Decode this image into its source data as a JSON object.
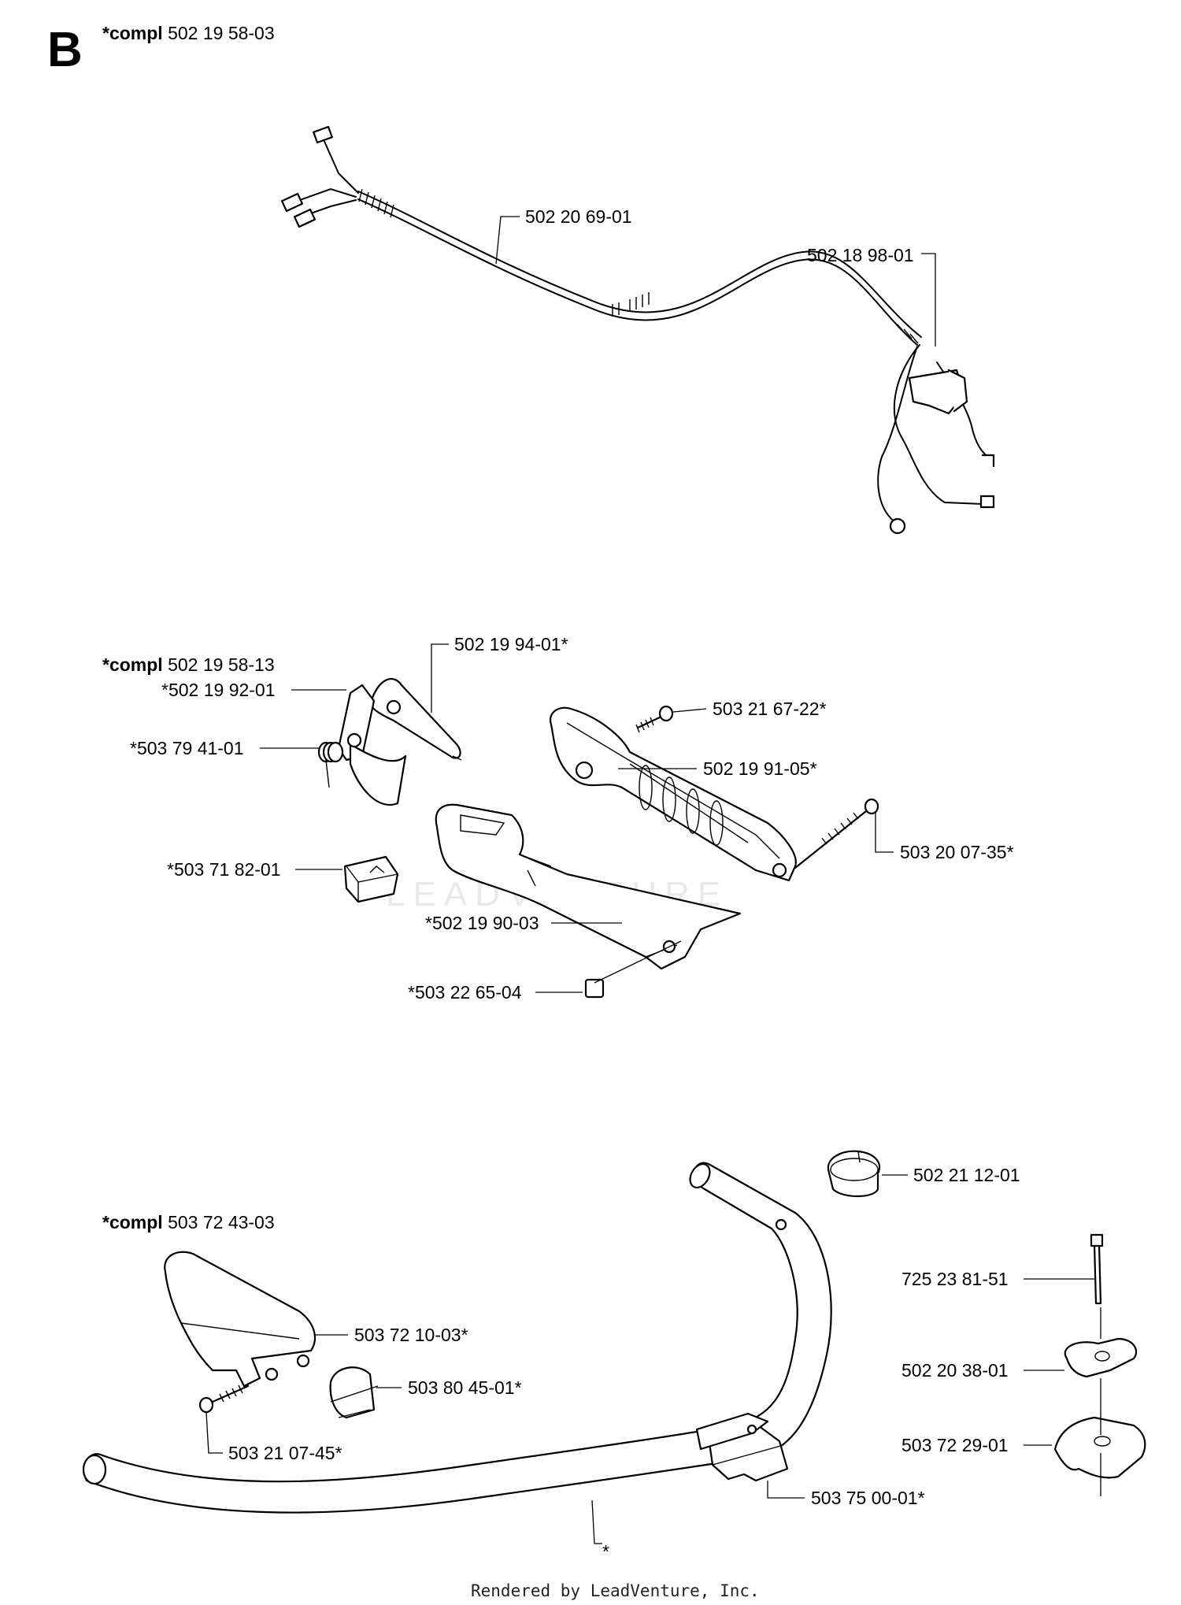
{
  "section_letter": "B",
  "assemblies": [
    {
      "prefix": "*compl",
      "number": "502 19 58-03"
    },
    {
      "prefix": "*compl",
      "number": "502 19 58-13"
    },
    {
      "prefix": "*compl",
      "number": "503 72 43-03"
    }
  ],
  "parts": [
    {
      "label": "502 20 69-01",
      "icon": "cable-harness-icon"
    },
    {
      "label": "502 18 98-01",
      "icon": "switch-wire-icon"
    },
    {
      "label": "502 19 94-01*",
      "icon": "throttle-lever-icon"
    },
    {
      "label": "*502 19 92-01",
      "icon": "throttle-lockout-icon"
    },
    {
      "label": "*503 79 41-01",
      "icon": "spring-icon"
    },
    {
      "label": "503 21 67-22*",
      "icon": "screw-icon"
    },
    {
      "label": "502 19 91-05*",
      "icon": "handle-half-icon"
    },
    {
      "label": "503 20 07-35*",
      "icon": "screw-icon"
    },
    {
      "label": "*503 71 82-01",
      "icon": "stop-switch-icon"
    },
    {
      "label": "*502 19 90-03",
      "icon": "handle-half-icon"
    },
    {
      "label": "*503 22 65-04",
      "icon": "nut-icon"
    },
    {
      "label": "502 21 12-01",
      "icon": "bushing-icon"
    },
    {
      "label": "725 23 81-51",
      "icon": "bolt-icon"
    },
    {
      "label": "503 72 10-03*",
      "icon": "handle-grip-icon"
    },
    {
      "label": "502 20 38-01",
      "icon": "knob-icon"
    },
    {
      "label": "503 80 45-01*",
      "icon": "clamp-icon"
    },
    {
      "label": "503 21 07-45*",
      "icon": "screw-icon"
    },
    {
      "label": "503 72 29-01",
      "icon": "bracket-icon"
    },
    {
      "label": "503 75 00-01*",
      "icon": "handle-clamp-icon"
    },
    {
      "label": "*",
      "icon": "handlebar-icon"
    }
  ],
  "watermark": "LEADVENTURE",
  "footer": "Rendered by LeadVenture, Inc."
}
